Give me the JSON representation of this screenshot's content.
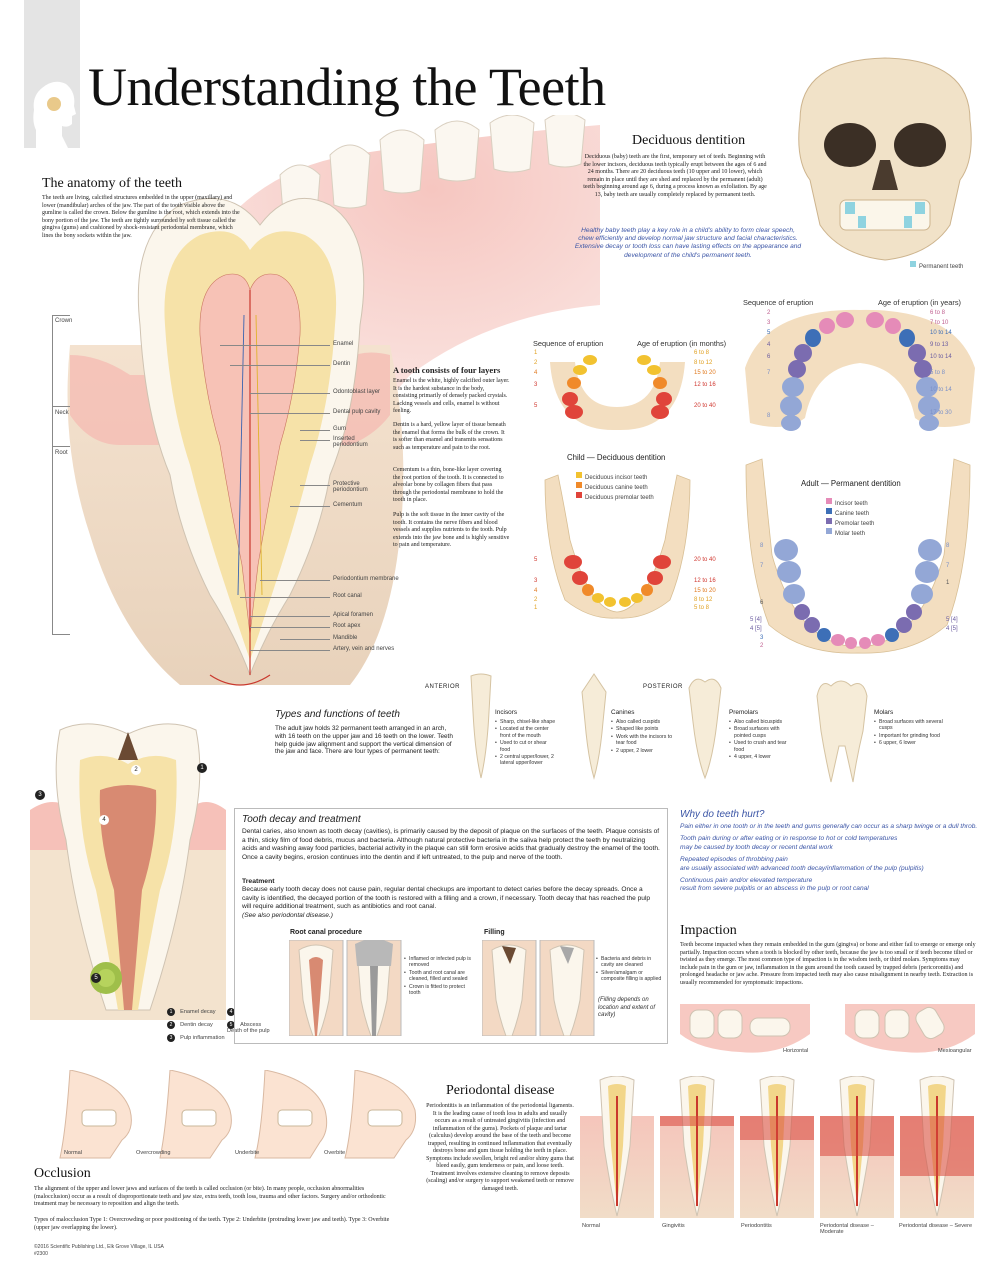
{
  "title": "Understanding the Teeth",
  "anatomy": {
    "heading": "The anatomy of the teeth",
    "intro": "The teeth are living, calcified structures embedded in the upper (maxillary) and lower (mandibular) arches of the jaw. The part of the tooth visible above the gumline is called the crown. Below the gumline is the root, which extends into the bony portion of the jaw. The teeth are tightly surrounded by soft tissue called the gingiva (gums) and cushioned by shock-resistant periodontal membrane, which lines the bony sockets within the jaw.",
    "regions": [
      "Crown",
      "Neck",
      "Root"
    ],
    "labels": [
      "Enamel",
      "Dentin",
      "Odontoblast layer",
      "Dental pulp cavity",
      "Gum",
      "Inserted periodontium",
      "Protective periodontium",
      "Cementum",
      "Periodontium membrane",
      "Root canal",
      "Apical foramen",
      "Root apex",
      "Mandible",
      "Artery, vein and nerves"
    ]
  },
  "layers": {
    "heading": "A tooth consists of four layers",
    "paragraphs": [
      "Enamel is the white, highly calcified outer layer. It is the hardest substance in the body, consisting primarily of densely packed crystals. Lacking vessels and cells, enamel is without feeling.",
      "Dentin is a hard, yellow layer of tissue beneath the enamel that forms the bulk of the crown. It is softer than enamel and transmits sensations such as temperature and pain to the root.",
      "Cementum is a thin, bone-like layer covering the root portion of the tooth. It is connected to alveolar bone by collagen fibers that pass through the periodontal membrane to hold the tooth in place.",
      "Pulp is the soft tissue in the inner cavity of the tooth. It contains the nerve fibers and blood vessels and supplies nutrients to the tooth. Pulp extends into the jaw bone and is highly sensitive to pain and temperature."
    ]
  },
  "deciduous": {
    "heading": "Deciduous dentition",
    "text": "Deciduous (baby) teeth are the first, temporary set of teeth. Beginning with the lower incisors, deciduous teeth typically erupt between the ages of 6 and 24 months. There are 20 deciduous teeth (10 upper and 10 lower), which remain in place until they are shed and replaced by the permanent (adult) teeth beginning around age 6, during a process known as exfoliation. By age 13, baby teeth are usually completely replaced by permanent teeth.",
    "note": "Healthy baby teeth play a key role in a child's ability to form clear speech, chew efficiently and develop normal jaw structure and facial characteristics. Extensive decay or tooth loss can have lasting effects on the appearance and development of the child's permanent teeth.",
    "skull_legend": "Permanent teeth"
  },
  "child_chart": {
    "seq_label": "Sequence of eruption",
    "age_label": "Age of eruption (in months)",
    "upper_seq": [
      "1",
      "2",
      "4",
      "3",
      "5"
    ],
    "upper_ages": [
      "6 to 8",
      "8 to 12",
      "15 to 20",
      "12 to 16",
      "20 to 40"
    ],
    "lower_seq": [
      "5",
      "3",
      "4",
      "2",
      "1"
    ],
    "lower_ages": [
      "20 to 40",
      "12 to 16",
      "15 to 20",
      "8 to 12",
      "5 to 8"
    ],
    "legend_title": "Child — Deciduous dentition",
    "legend": [
      {
        "label": "Deciduous incisor teeth",
        "color": "#f2c230"
      },
      {
        "label": "Deciduous canine teeth",
        "color": "#f08a2a"
      },
      {
        "label": "Deciduous premolar teeth",
        "color": "#e0443a"
      }
    ]
  },
  "adult_chart": {
    "seq_label": "Sequence of eruption",
    "age_label": "Age of eruption (in years)",
    "upper_seq": [
      "2",
      "3",
      "5",
      "4",
      "6",
      "7",
      "8"
    ],
    "upper_ages": [
      "6 to 8",
      "7 to 10",
      "10 to 14",
      "9 to 13",
      "10 to 14",
      "5 to 8",
      "10 to 14",
      "17 to 30"
    ],
    "lower_seq_left": [
      "8",
      "7",
      "6",
      "5 [4]",
      "4 [5]",
      "3",
      "2"
    ],
    "lower_seq_right": [
      "8",
      "7",
      "1",
      "5 [4]",
      "4 [5]"
    ],
    "legend_title": "Adult — Permanent dentition",
    "legend": [
      {
        "label": "Incisor teeth",
        "color": "#e58bb8"
      },
      {
        "label": "Canine teeth",
        "color": "#3d6fb7"
      },
      {
        "label": "Premolar teeth",
        "color": "#7b6cb0"
      },
      {
        "label": "Molar teeth",
        "color": "#93a7d6"
      }
    ]
  },
  "types": {
    "heading": "Types and functions of teeth",
    "anterior": "ANTERIOR",
    "posterior": "POSTERIOR",
    "text": "The adult jaw holds 32 permanent teeth arranged in an arch, with 16 teeth on the upper jaw and 16 teeth on the lower. Teeth help guide jaw alignment and support the vertical dimension of the jaw and face. There are four types of permanent teeth:",
    "kinds": [
      {
        "name": "Incisors",
        "points": [
          "Sharp, chisel-like shape",
          "Located at the center front of the mouth",
          "Used to cut or shear food",
          "2 central upper/lower, 2 lateral upper/lower"
        ]
      },
      {
        "name": "Canines",
        "points": [
          "Also called cuspids",
          "Shaped like points",
          "Work with the incisors to tear food",
          "2 upper, 2 lower"
        ]
      },
      {
        "name": "Premolars",
        "points": [
          "Also called bicuspids",
          "Broad surfaces with pointed cusps",
          "Used to crush and tear food",
          "4 upper, 4 lower"
        ]
      },
      {
        "name": "Molars",
        "points": [
          "Broad surfaces with several cusps",
          "Important for grinding food",
          "6 upper, 6 lower"
        ]
      }
    ]
  },
  "decay": {
    "heading": "Tooth decay and treatment",
    "p1": "Dental caries, also known as tooth decay (cavities), is primarily caused by the deposit of plaque on the surfaces of the teeth. Plaque consists of a thin, sticky film of food debris, mucus and bacteria. Although natural protective bacteria in the saliva help protect the teeth by neutralizing acids and washing away food particles, bacterial activity in the plaque can still form erosive acids that gradually destroy the enamel of the tooth. Once a cavity begins, erosion continues into the dentin and if left untreated, to the pulp and nerve of the tooth.",
    "treatment_head": "Treatment",
    "p2": "Because early tooth decay does not cause pain, regular dental checkups are important to detect caries before the decay spreads. Once a cavity is identified, the decayed portion of the tooth is restored with a filling and a crown, if necessary. Tooth decay that has reached the pulp will require additional treatment, such as antibiotics and root canal.",
    "see_also": "(See also periodontal disease.)",
    "root_canal_title": "Root canal procedure",
    "root_canal_points": [
      "Inflamed or infected pulp is removed",
      "Tooth and root canal are cleaned, filled and sealed",
      "Crown is fitted to protect tooth"
    ],
    "filling_title": "Filling",
    "filling_points": [
      "Bacteria and debris in cavity are cleaned",
      "Silver/amalgam or composite filling is applied"
    ],
    "filling_note": "(Filling depends on location and extent of cavity)",
    "stages": [
      {
        "n": "1",
        "label": "Enamel decay"
      },
      {
        "n": "2",
        "label": "Dentin decay"
      },
      {
        "n": "3",
        "label": "Pulp inflammation"
      },
      {
        "n": "4",
        "label": "Death of the pulp"
      },
      {
        "n": "5",
        "label": "Abscess"
      }
    ]
  },
  "why": {
    "heading": "Why do teeth hurt?",
    "items": [
      {
        "title": "Pain either in one tooth or in the teeth and gums generally can occur as a sharp twinge or a dull throb.",
        "sub": ""
      },
      {
        "title": "Tooth pain during or after eating or in response to hot or cold temperatures",
        "sub": "may be caused by tooth decay or recent dental work"
      },
      {
        "title": "Repeated episodes of throbbing pain",
        "sub": "are usually associated with advanced tooth decay/inflammation of the pulp (pulpitis)"
      },
      {
        "title": "Continuous pain and/or elevated temperature",
        "sub": "result from severe pulpitis or an abscess in the pulp or root canal"
      }
    ]
  },
  "impaction": {
    "heading": "Impaction",
    "text": "Teeth become impacted when they remain embedded in the gum (gingiva) or bone and either fail to emerge or emerge only partially. Impaction occurs when a tooth is blocked by other teeth, because the jaw is too small or if teeth become tilted or twisted as they emerge. The most common type of impaction is in the wisdom teeth, or third molars. Symptoms may include pain in the gum or jaw, inflammation in the gum around the tooth caused by trapped debris (pericoronitis) and prolonged headache or jaw ache. Pressure from impacted teeth may also cause misalignment in nearby teeth. Extraction is usually recommended for symptomatic impactions.",
    "captions": [
      "Horizontal",
      "Mesioangular"
    ]
  },
  "occlusion": {
    "heading": "Occlusion",
    "profiles": [
      "Normal",
      "Overcrowding",
      "Underbite",
      "Overbite"
    ],
    "text": "The alignment of the upper and lower jaws and surfaces of the teeth is called occlusion (or bite). In many people, occlusion abnormalities (malocclusion) occur as a result of disproportionate teeth and jaw size, extra teeth, tooth loss, trauma and other factors. Surgery and/or orthodontic treatment may be necessary to reposition and align the teeth.",
    "types": "Types of malocclusion Type 1: Overcrowding or poor positioning of the teeth. Type 2: Underbite (protruding lower jaw and teeth). Type 3: Overbite (upper jaw overlapping the lower)."
  },
  "periodontal": {
    "heading": "Periodontal disease",
    "text": "Periodontitis is an inflammation of the periodontal ligaments. It is the leading cause of tooth loss in adults and usually occurs as a result of untreated gingivitis (infection and inflammation of the gums). Pockets of plaque and tartar (calculus) develop around the base of the teeth and become trapped, resulting in continued inflammation that eventually destroys bone and gum tissue holding the teeth in place. Symptoms include swollen, bright red and/or shiny gums that bleed easily, gum tenderness or pain, and loose teeth. Treatment involves extensive cleaning to remove deposits (scaling) and/or surgery to support weakened teeth or remove damaged teeth.",
    "stages": [
      "Normal",
      "Gingivitis",
      "Periodontitis",
      "Periodontal disease – Moderate",
      "Periodontal disease – Severe"
    ]
  },
  "footer": {
    "copyright": "©2016 Scientific Publishing Ltd., Elk Grove Village, IL USA",
    "code": "#2300"
  }
}
